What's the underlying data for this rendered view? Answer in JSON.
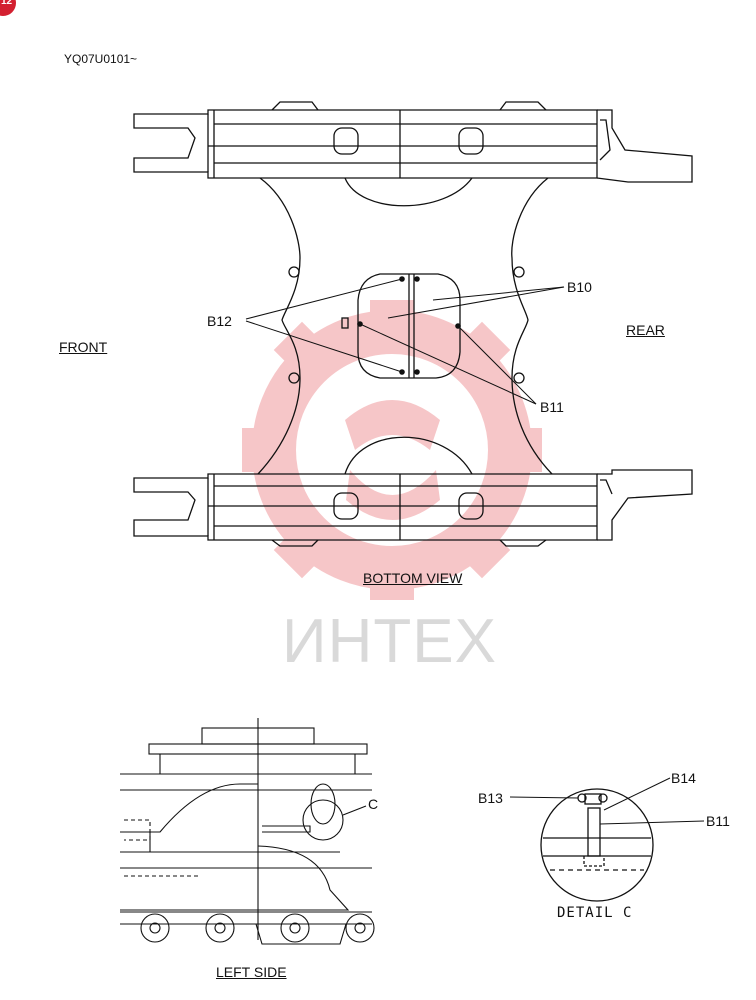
{
  "page_badge": "12",
  "doc_code": "YQ07U0101~",
  "watermark": "ИНТЕХ",
  "bottom_view": {
    "caption": "BOTTOM VIEW",
    "front_label": "FRONT",
    "rear_label": "REAR",
    "callouts": {
      "b10": "B10",
      "b11": "B11",
      "b12": "B12"
    }
  },
  "left_side": {
    "caption": "LEFT SIDE",
    "detail_marker": "C"
  },
  "detail_c": {
    "caption": "DETAIL C",
    "callouts": {
      "b13": "B13",
      "b14": "B14",
      "b11": "B11"
    }
  },
  "colors": {
    "line": "#111111",
    "watermark": "#f4b4b6",
    "badge": "#d32030"
  }
}
